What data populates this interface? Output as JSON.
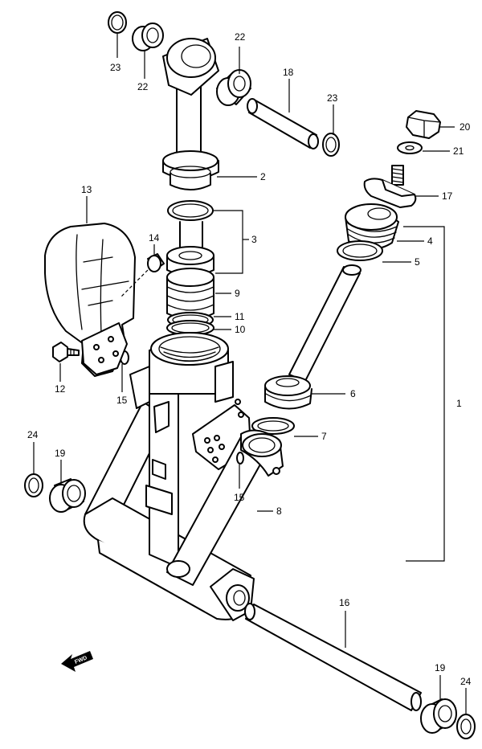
{
  "diagram": {
    "callouts": [
      {
        "key": "c1",
        "text": "1"
      },
      {
        "key": "c2",
        "text": "2"
      },
      {
        "key": "c3",
        "text": "3"
      },
      {
        "key": "c4",
        "text": "4"
      },
      {
        "key": "c5",
        "text": "5"
      },
      {
        "key": "c6",
        "text": "6"
      },
      {
        "key": "c7",
        "text": "7"
      },
      {
        "key": "c8",
        "text": "8"
      },
      {
        "key": "c9",
        "text": "9"
      },
      {
        "key": "c10",
        "text": "10"
      },
      {
        "key": "c11",
        "text": "11"
      },
      {
        "key": "c12",
        "text": "12"
      },
      {
        "key": "c13",
        "text": "13"
      },
      {
        "key": "c14",
        "text": "14"
      },
      {
        "key": "c15a",
        "text": "15"
      },
      {
        "key": "c15b",
        "text": "15"
      },
      {
        "key": "c16",
        "text": "16"
      },
      {
        "key": "c17",
        "text": "17"
      },
      {
        "key": "c18",
        "text": "18"
      },
      {
        "key": "c19a",
        "text": "19"
      },
      {
        "key": "c19b",
        "text": "19"
      },
      {
        "key": "c20",
        "text": "20"
      },
      {
        "key": "c21",
        "text": "21"
      },
      {
        "key": "c22a",
        "text": "22"
      },
      {
        "key": "c22b",
        "text": "22"
      },
      {
        "key": "c23a",
        "text": "23"
      },
      {
        "key": "c23b",
        "text": "23"
      },
      {
        "key": "c24a",
        "text": "24"
      },
      {
        "key": "c24b",
        "text": "24"
      }
    ],
    "fwd_label": "FWD",
    "line_color": "#000000",
    "background": "#ffffff"
  }
}
